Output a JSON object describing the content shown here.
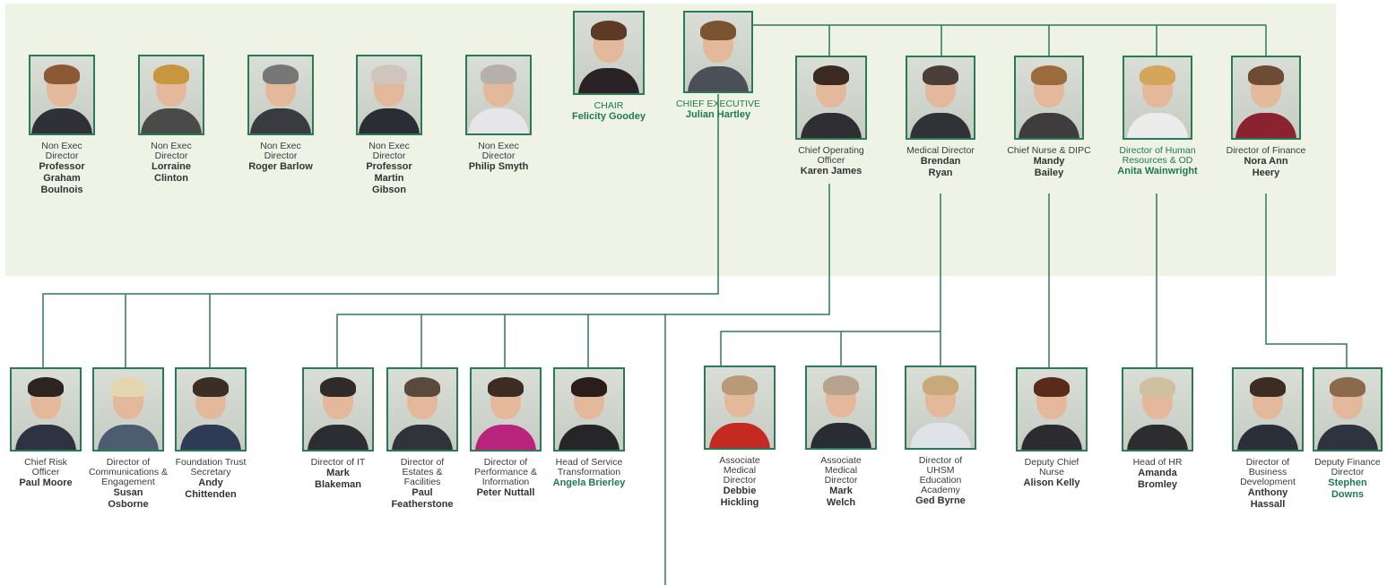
{
  "colors": {
    "line": "#2b7a57",
    "board_background": "#eef3e6",
    "highlight_text": "#1e7a50"
  },
  "board": [
    {
      "id": "graham-boulnois",
      "role": "Non Exec Director",
      "name": "Professor Graham Boulnois",
      "hair": "#8b5a34",
      "body": "#2f3137"
    },
    {
      "id": "lorraine-clinton",
      "role": "Non Exec Director",
      "name": "Lorraine Clinton",
      "hair": "#c9953e",
      "body": "#4a4a48"
    },
    {
      "id": "roger-barlow",
      "role": "Non Exec Director",
      "name": "Roger Barlow",
      "hair": "#777777",
      "body": "#3a3b40"
    },
    {
      "id": "martin-gibson",
      "role": "Non Exec Director",
      "name": "Professor Martin Gibson",
      "hair": "#d0c5bd",
      "body": "#2a2d33"
    },
    {
      "id": "philip-smyth",
      "role": "Non Exec Director",
      "name": "Philip Smyth",
      "hair": "#b5b0aa",
      "body": "#e6e6ea"
    },
    {
      "id": "felicity-goodey",
      "role": "CHAIR",
      "name": "Felicity Goodey",
      "hair": "#5c3a26",
      "body": "#2a2224",
      "highlight": true
    },
    {
      "id": "julian-hartley",
      "role": "CHIEF EXECUTIVE",
      "name": "Julian Hartley",
      "hair": "#7a5332",
      "body": "#4b5058",
      "highlight": true
    }
  ],
  "executives": [
    {
      "id": "karen-james",
      "role": "Chief Operating Officer",
      "name": "Karen James",
      "hair": "#3b2a20",
      "body": "#2f2f33"
    },
    {
      "id": "brendan-ryan",
      "role": "Medical Director",
      "name": "Brendan Ryan",
      "hair": "#4a3f38",
      "body": "#303236"
    },
    {
      "id": "mandy-bailey",
      "role": "Chief Nurse & DIPC",
      "name": "Mandy Bailey",
      "hair": "#9b6b3e",
      "body": "#3e3c3d"
    },
    {
      "id": "anita-wainwright",
      "role": "Director of Human Resources & OD",
      "name": "Anita Wainwright",
      "hair": "#d4a55a",
      "body": "#ececec",
      "highlight": true
    },
    {
      "id": "nora-ann-heery",
      "role": "Director of Finance",
      "name": "Nora Ann Heery",
      "hair": "#6e4b34",
      "body": "#8b2230"
    }
  ],
  "staff": [
    {
      "id": "paul-moore",
      "role": "Chief Risk Officer",
      "name": "Paul Moore",
      "hair": "#2c2420",
      "body": "#2d3340"
    },
    {
      "id": "susan-osborne",
      "role": "Director of Communications & Engagement",
      "name": "Susan Osborne",
      "hair": "#e4d7b0",
      "body": "#4d5d70"
    },
    {
      "id": "andy-chittenden",
      "role": "Foundation Trust Secretary",
      "name": "Andy Chittenden",
      "hair": "#3a2e26",
      "body": "#2f3a55"
    },
    {
      "id": "mark-blakeman",
      "role": "Director of IT",
      "name": "Mark Blakeman",
      "hair": "#2f2b2a",
      "body": "#2c2d33"
    },
    {
      "id": "paul-featherstone",
      "role": "Director of Estates & Facilities",
      "name": "Paul Featherstone",
      "hair": "#5a4a3e",
      "body": "#30333a"
    },
    {
      "id": "peter-nuttall",
      "role": "Director of Performance & Information",
      "name": "Peter Nuttall",
      "hair": "#3e2c22",
      "body": "#b8237c"
    },
    {
      "id": "angela-brierley",
      "role": "Head of Service Transformation",
      "name": "Angela Brierley",
      "hair": "#2b1d1a",
      "body": "#262629",
      "highlight": true
    },
    {
      "id": "debbie-hickling",
      "role": "Associate Medical Director",
      "name": "Debbie Hickling",
      "hair": "#b89a78",
      "body": "#c42a22"
    },
    {
      "id": "mark-welch",
      "role": "Associate Medical Director",
      "name": "Mark Welch",
      "hair": "#b8a48e",
      "body": "#2a2c33"
    },
    {
      "id": "ged-byrne",
      "role": "Director of UHSM Education Academy",
      "name": "Ged Byrne",
      "hair": "#c8a97a",
      "body": "#dfe3e8"
    },
    {
      "id": "alison-kelly",
      "role": "Deputy Chief Nurse",
      "name": "Alison Kelly",
      "hair": "#5a2a1a",
      "body": "#2c2c30"
    },
    {
      "id": "amanda-bromley",
      "role": "Head of HR",
      "name": "Amanda Bromley",
      "hair": "#cfc0a0",
      "body": "#2d2d30"
    },
    {
      "id": "anthony-hassall",
      "role": "Director of Business Development",
      "name": "Anthony Hassall",
      "hair": "#3b2d24",
      "body": "#2a2f3a"
    },
    {
      "id": "stephen-downs",
      "role": "Deputy Finance Director",
      "name": "Stephen Downs",
      "hair": "#8a6a4a",
      "body": "#2e3340",
      "highlight": true
    }
  ]
}
